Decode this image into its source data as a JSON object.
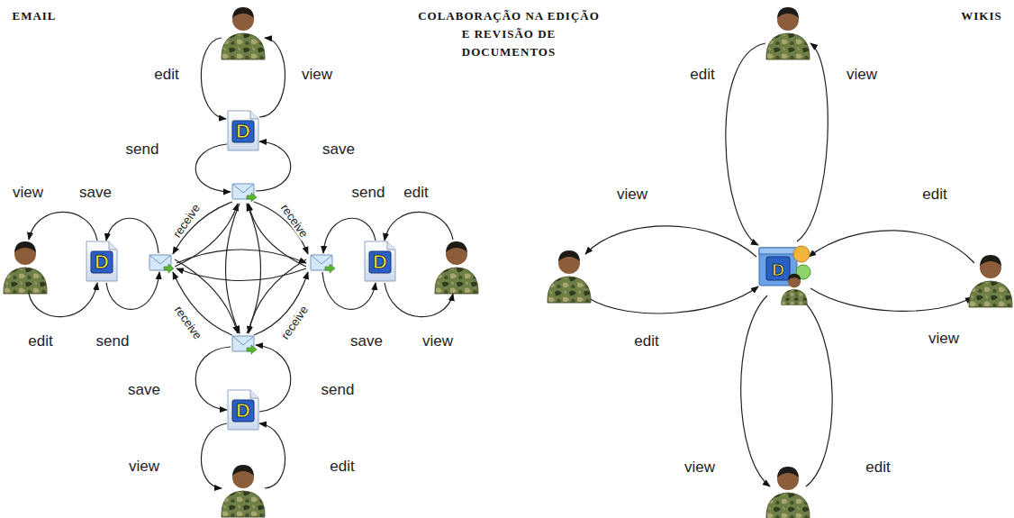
{
  "diagram": {
    "title": "COLABORAÇÃO NA EDIÇÃO E REVISÃO DE DOCUMENTOS",
    "labels": [
      "EMAIL",
      "WIKIS",
      "edit",
      "view",
      "D",
      "send",
      "save",
      "view",
      "save",
      "send",
      "edit",
      "receive",
      "receive",
      "D",
      "D",
      "receive",
      "receive",
      "edit",
      "send",
      "save",
      "view",
      "save",
      "send",
      "D",
      "view",
      "edit",
      "edit",
      "view",
      "view",
      "edit",
      "D",
      "edit",
      "view",
      "view",
      "edit"
    ]
  }
}
